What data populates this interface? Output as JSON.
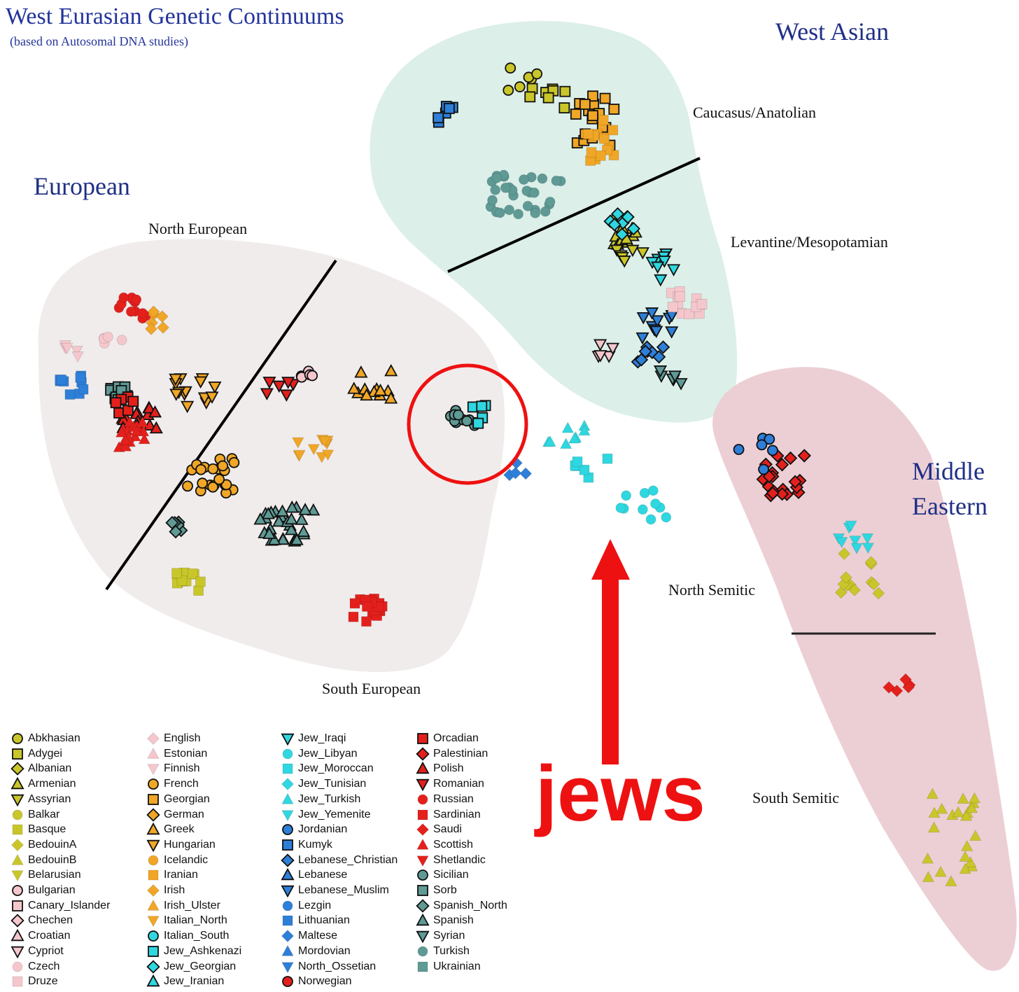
{
  "chart_data": {
    "type": "scatter",
    "title": "West Eurasian Genetic Continuums",
    "subtitle": "(based on Autosomal DNA studies)",
    "region_labels": [
      "West Asian",
      "European",
      "Middle Eastern"
    ],
    "subregion_labels": [
      "Caucasus/Anatolian",
      "Levantine/Mesopotamian",
      "North European",
      "South European",
      "North Semitic",
      "South Semitic"
    ],
    "annotation": "jews",
    "axes": "none",
    "grid": false,
    "legend_position": "bottom-left",
    "colors": {
      "region_west_asian": "#dcefe9",
      "region_european": "#f1ecec",
      "region_middle_eastern": "#eccfd4",
      "annotation": "#ee1111"
    },
    "legend": [
      {
        "name": "Abkhasian",
        "shape": "circle",
        "color": "#c9c62a",
        "outline": true
      },
      {
        "name": "Adygei",
        "shape": "square",
        "color": "#c9c62a",
        "outline": true
      },
      {
        "name": "Albanian",
        "shape": "diamond",
        "color": "#c9c62a",
        "outline": true
      },
      {
        "name": "Armenian",
        "shape": "triangle-up",
        "color": "#c9c62a",
        "outline": true
      },
      {
        "name": "Assyrian",
        "shape": "triangle-down",
        "color": "#c9c62a",
        "outline": true
      },
      {
        "name": "Balkar",
        "shape": "circle",
        "color": "#c9c62a",
        "outline": false
      },
      {
        "name": "Basque",
        "shape": "square",
        "color": "#c9c62a",
        "outline": false
      },
      {
        "name": "BedouinA",
        "shape": "diamond",
        "color": "#c9c62a",
        "outline": false
      },
      {
        "name": "BedouinB",
        "shape": "triangle-up",
        "color": "#c9c62a",
        "outline": false
      },
      {
        "name": "Belarusian",
        "shape": "triangle-down",
        "color": "#c9c62a",
        "outline": false
      },
      {
        "name": "Bulgarian",
        "shape": "circle",
        "color": "#f5c7cc",
        "outline": true
      },
      {
        "name": "Canary_Islander",
        "shape": "square",
        "color": "#f5c7cc",
        "outline": true
      },
      {
        "name": "Chechen",
        "shape": "diamond",
        "color": "#f5c7cc",
        "outline": true
      },
      {
        "name": "Croatian",
        "shape": "triangle-up",
        "color": "#f5c7cc",
        "outline": true
      },
      {
        "name": "Cypriot",
        "shape": "triangle-down",
        "color": "#f5c7cc",
        "outline": true
      },
      {
        "name": "Czech",
        "shape": "circle",
        "color": "#f5c7cc",
        "outline": false
      },
      {
        "name": "Druze",
        "shape": "square",
        "color": "#f5c7cc",
        "outline": false
      },
      {
        "name": "English",
        "shape": "diamond",
        "color": "#f5c7cc",
        "outline": false
      },
      {
        "name": "Estonian",
        "shape": "triangle-up",
        "color": "#f5c7cc",
        "outline": false
      },
      {
        "name": "Finnish",
        "shape": "triangle-down",
        "color": "#f5c7cc",
        "outline": false
      },
      {
        "name": "French",
        "shape": "circle",
        "color": "#f0a626",
        "outline": true
      },
      {
        "name": "Georgian",
        "shape": "square",
        "color": "#f0a626",
        "outline": true
      },
      {
        "name": "German",
        "shape": "diamond",
        "color": "#f0a626",
        "outline": true
      },
      {
        "name": "Greek",
        "shape": "triangle-up",
        "color": "#f0a626",
        "outline": true
      },
      {
        "name": "Hungarian",
        "shape": "triangle-down",
        "color": "#f0a626",
        "outline": true
      },
      {
        "name": "Icelandic",
        "shape": "circle",
        "color": "#f0a626",
        "outline": false
      },
      {
        "name": "Iranian",
        "shape": "square",
        "color": "#f0a626",
        "outline": false
      },
      {
        "name": "Irish",
        "shape": "diamond",
        "color": "#f0a626",
        "outline": false
      },
      {
        "name": "Irish_Ulster",
        "shape": "triangle-up",
        "color": "#f0a626",
        "outline": false
      },
      {
        "name": "Italian_North",
        "shape": "triangle-down",
        "color": "#f0a626",
        "outline": false
      },
      {
        "name": "Italian_South",
        "shape": "circle",
        "color": "#2fd7e0",
        "outline": true
      },
      {
        "name": "Jew_Ashkenazi",
        "shape": "square",
        "color": "#2fd7e0",
        "outline": true
      },
      {
        "name": "Jew_Georgian",
        "shape": "diamond",
        "color": "#2fd7e0",
        "outline": true
      },
      {
        "name": "Jew_Iranian",
        "shape": "triangle-up",
        "color": "#2fd7e0",
        "outline": true
      },
      {
        "name": "Jew_Iraqi",
        "shape": "triangle-down",
        "color": "#2fd7e0",
        "outline": true
      },
      {
        "name": "Jew_Libyan",
        "shape": "circle",
        "color": "#2fd7e0",
        "outline": false
      },
      {
        "name": "Jew_Moroccan",
        "shape": "square",
        "color": "#2fd7e0",
        "outline": false
      },
      {
        "name": "Jew_Tunisian",
        "shape": "diamond",
        "color": "#2fd7e0",
        "outline": false
      },
      {
        "name": "Jew_Turkish",
        "shape": "triangle-up",
        "color": "#2fd7e0",
        "outline": false
      },
      {
        "name": "Jew_Yemenite",
        "shape": "triangle-down",
        "color": "#2fd7e0",
        "outline": false
      },
      {
        "name": "Jordanian",
        "shape": "circle",
        "color": "#2e7fd8",
        "outline": true
      },
      {
        "name": "Kumyk",
        "shape": "square",
        "color": "#2e7fd8",
        "outline": true
      },
      {
        "name": "Lebanese_Christian",
        "shape": "diamond",
        "color": "#2e7fd8",
        "outline": true
      },
      {
        "name": "Lebanese",
        "shape": "triangle-up",
        "color": "#2e7fd8",
        "outline": true
      },
      {
        "name": "Lebanese_Muslim",
        "shape": "triangle-down",
        "color": "#2e7fd8",
        "outline": true
      },
      {
        "name": "Lezgin",
        "shape": "circle",
        "color": "#2e7fd8",
        "outline": false
      },
      {
        "name": "Lithuanian",
        "shape": "square",
        "color": "#2e7fd8",
        "outline": false
      },
      {
        "name": "Maltese",
        "shape": "diamond",
        "color": "#2e7fd8",
        "outline": false
      },
      {
        "name": "Mordovian",
        "shape": "triangle-up",
        "color": "#2e7fd8",
        "outline": false
      },
      {
        "name": "North_Ossetian",
        "shape": "triangle-down",
        "color": "#2e7fd8",
        "outline": false
      },
      {
        "name": "Norwegian",
        "shape": "circle",
        "color": "#e4201c",
        "outline": true
      },
      {
        "name": "Orcadian",
        "shape": "square",
        "color": "#e4201c",
        "outline": true
      },
      {
        "name": "Palestinian",
        "shape": "diamond",
        "color": "#e4201c",
        "outline": true
      },
      {
        "name": "Polish",
        "shape": "triangle-up",
        "color": "#e4201c",
        "outline": true
      },
      {
        "name": "Romanian",
        "shape": "triangle-down",
        "color": "#e4201c",
        "outline": true
      },
      {
        "name": "Russian",
        "shape": "circle",
        "color": "#e4201c",
        "outline": false
      },
      {
        "name": "Sardinian",
        "shape": "square",
        "color": "#e4201c",
        "outline": false
      },
      {
        "name": "Saudi",
        "shape": "diamond",
        "color": "#e4201c",
        "outline": false
      },
      {
        "name": "Scottish",
        "shape": "triangle-up",
        "color": "#e4201c",
        "outline": false
      },
      {
        "name": "Shetlandic",
        "shape": "triangle-down",
        "color": "#e4201c",
        "outline": false
      },
      {
        "name": "Sicilian",
        "shape": "circle",
        "color": "#5f9a95",
        "outline": true
      },
      {
        "name": "Sorb",
        "shape": "square",
        "color": "#5f9a95",
        "outline": true
      },
      {
        "name": "Spanish_North",
        "shape": "diamond",
        "color": "#5f9a95",
        "outline": true
      },
      {
        "name": "Spanish",
        "shape": "triangle-up",
        "color": "#5f9a95",
        "outline": true
      },
      {
        "name": "Syrian",
        "shape": "triangle-down",
        "color": "#5f9a95",
        "outline": true
      },
      {
        "name": "Turkish",
        "shape": "circle",
        "color": "#5f9a95",
        "outline": false
      },
      {
        "name": "Ukrainian",
        "shape": "square",
        "color": "#5f9a95",
        "outline": false
      }
    ]
  }
}
